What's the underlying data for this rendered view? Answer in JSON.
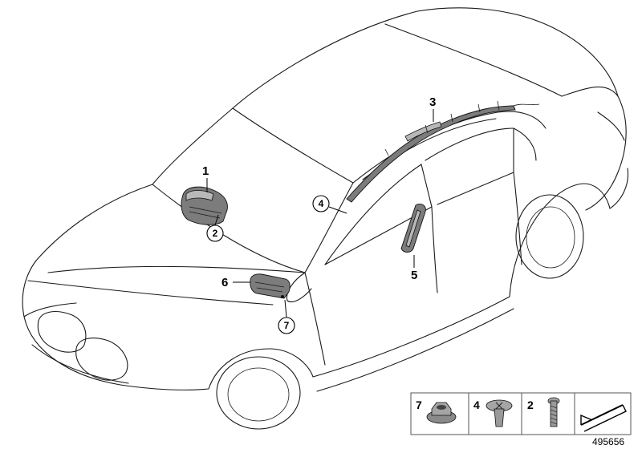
{
  "callouts": {
    "c1": "1",
    "c2": "2",
    "c3": "3",
    "c4": "4",
    "c5": "5",
    "c6": "6",
    "c7": "7"
  },
  "legend": {
    "items": [
      {
        "number": "7",
        "icon": "hex-nut-with-washer-icon"
      },
      {
        "number": "4",
        "icon": "expanding-rivet-icon"
      },
      {
        "number": "2",
        "icon": "screw-icon"
      },
      {
        "number": "",
        "icon": "arrow-box-icon"
      }
    ]
  },
  "diagram_id": "495656"
}
